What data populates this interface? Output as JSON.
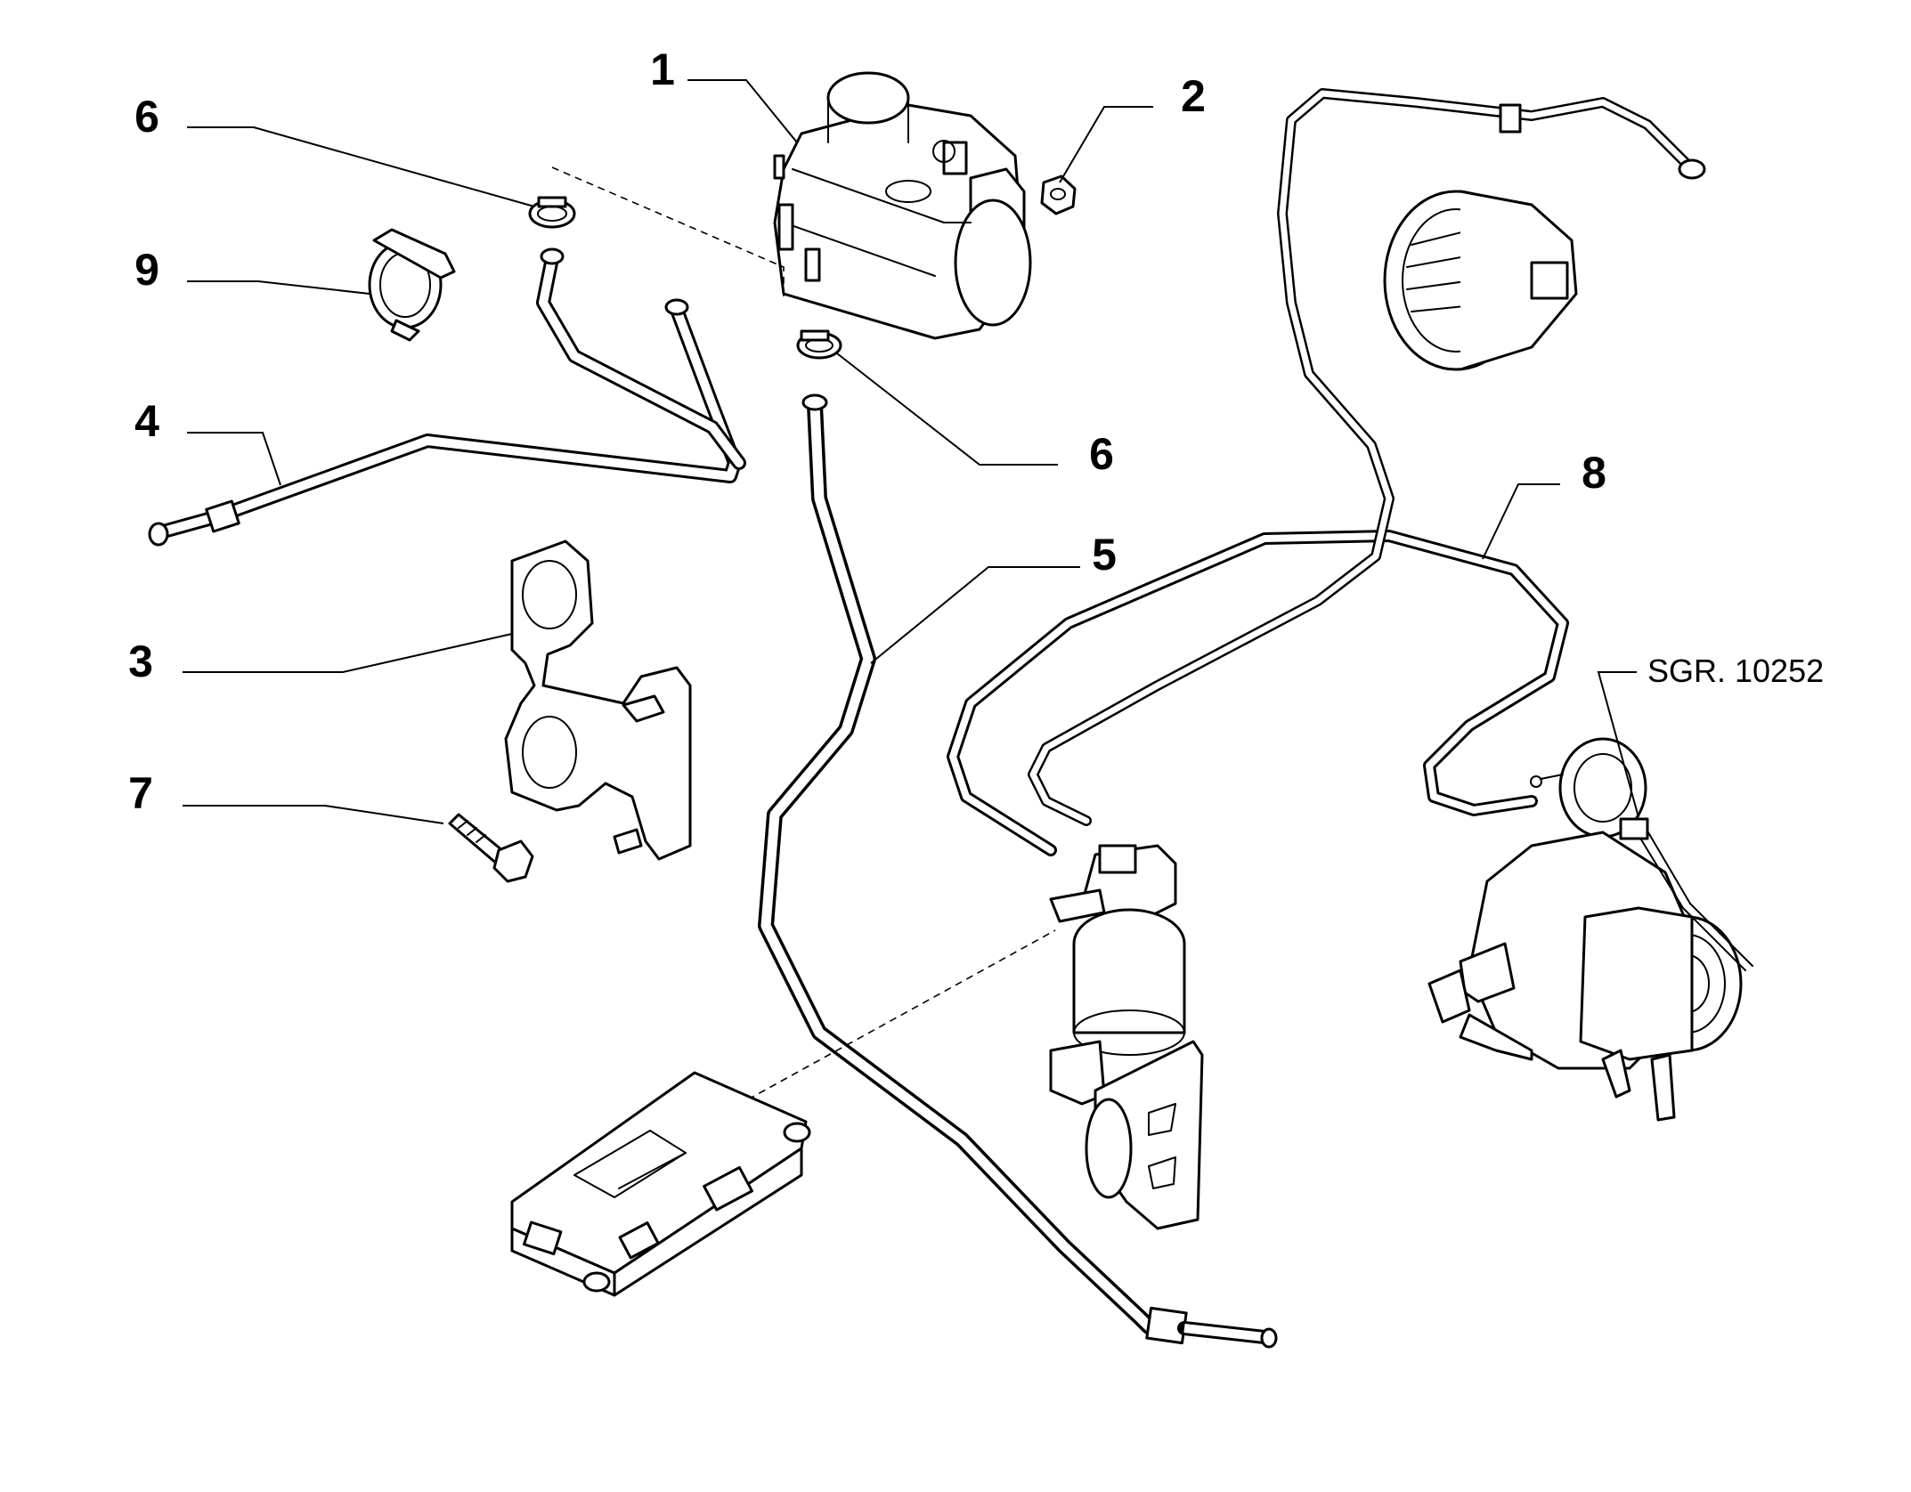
{
  "diagram": {
    "reference_code": "SGR. 10252",
    "callouts": [
      {
        "id": "c1",
        "label": "1"
      },
      {
        "id": "c2",
        "label": "2"
      },
      {
        "id": "c6a",
        "label": "6"
      },
      {
        "id": "c9",
        "label": "9"
      },
      {
        "id": "c4",
        "label": "4"
      },
      {
        "id": "c6b",
        "label": "6"
      },
      {
        "id": "c8",
        "label": "8"
      },
      {
        "id": "c5",
        "label": "5"
      },
      {
        "id": "c3",
        "label": "3"
      },
      {
        "id": "c7",
        "label": "7"
      }
    ]
  }
}
